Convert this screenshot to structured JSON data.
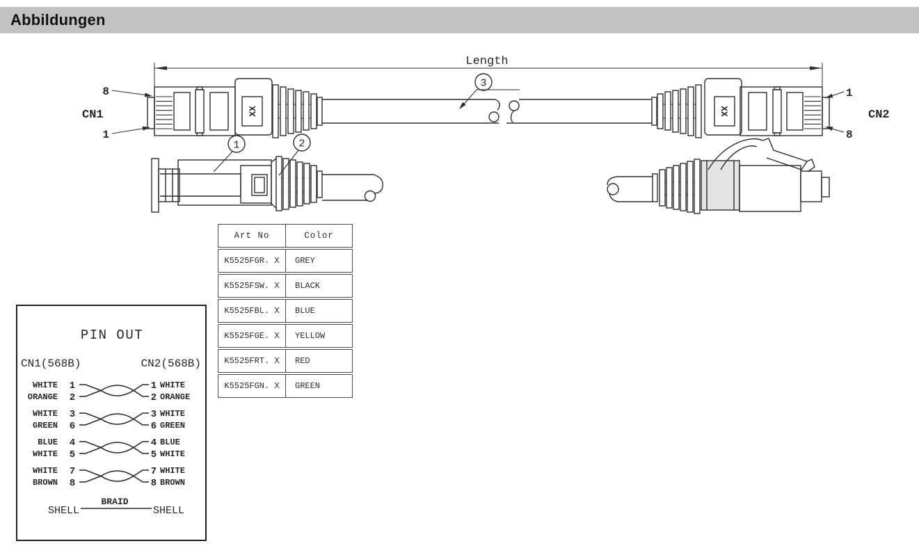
{
  "header": {
    "title": "Abbildungen"
  },
  "assembly": {
    "length_label": "Length",
    "cn1": "CN1",
    "cn2": "CN2",
    "cn1_top_pin": "8",
    "cn1_bottom_pin": "1",
    "cn2_top_pin": "1",
    "cn2_bottom_pin": "8",
    "marking_left": "XX",
    "marking_right": "XX",
    "callouts": {
      "plug": "1",
      "boot": "2",
      "cable": "3"
    }
  },
  "parts_table": {
    "col1": "Art No",
    "col2": "Color",
    "rows": [
      {
        "art": "K5525FGR. X",
        "color": "GREY"
      },
      {
        "art": "K5525FSW. X",
        "color": "BLACK"
      },
      {
        "art": "K5525FBL. X",
        "color": "BLUE"
      },
      {
        "art": "K5525FGE. X",
        "color": "YELLOW"
      },
      {
        "art": "K5525FRT. X",
        "color": "RED"
      },
      {
        "art": "K5525FGN. X",
        "color": "GREEN"
      }
    ]
  },
  "pinout": {
    "title": "PIN OUT",
    "cn1": "CN1(568B)",
    "cn2": "CN2(568B)",
    "wires": [
      {
        "color": "WHITE",
        "pin": "1"
      },
      {
        "color": "ORANGE",
        "pin": "2"
      },
      {
        "color": "WHITE",
        "pin": "3"
      },
      {
        "color": "GREEN",
        "pin": "6"
      },
      {
        "color": "BLUE",
        "pin": "4"
      },
      {
        "color": "WHITE",
        "pin": "5"
      },
      {
        "color": "WHITE",
        "pin": "7"
      },
      {
        "color": "BROWN",
        "pin": "8"
      }
    ],
    "shell_left": "SHELL",
    "braid": "BRAID",
    "shell_right": "SHELL"
  }
}
